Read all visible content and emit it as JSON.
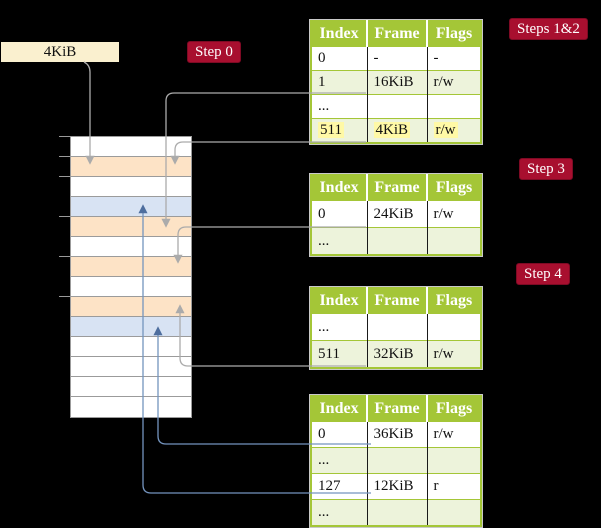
{
  "labels": {
    "frame_box": "4KiB",
    "step0": "Step 0",
    "steps12": "Steps 1&2",
    "step3": "Step 3",
    "step4": "Step 4"
  },
  "tables": [
    {
      "name": "page-table-1",
      "headers": [
        "Index",
        "Frame",
        "Flags"
      ],
      "rows": [
        {
          "cells": [
            "0",
            "-",
            "-"
          ],
          "shaded": false,
          "highlight": false
        },
        {
          "cells": [
            "1",
            "16KiB",
            "r/w"
          ],
          "shaded": true,
          "highlight": false
        },
        {
          "cells": [
            "...",
            "",
            ""
          ],
          "shaded": false,
          "highlight": false
        },
        {
          "cells": [
            "511",
            "4KiB",
            "r/w"
          ],
          "shaded": true,
          "highlight": true
        }
      ]
    },
    {
      "name": "page-table-2",
      "headers": [
        "Index",
        "Frame",
        "Flags"
      ],
      "rows": [
        {
          "cells": [
            "0",
            "24KiB",
            "r/w"
          ],
          "shaded": false,
          "highlight": false
        },
        {
          "cells": [
            "...",
            "",
            ""
          ],
          "shaded": true,
          "highlight": false
        }
      ]
    },
    {
      "name": "page-table-3",
      "headers": [
        "Index",
        "Frame",
        "Flags"
      ],
      "rows": [
        {
          "cells": [
            "...",
            "",
            ""
          ],
          "shaded": false,
          "highlight": false
        },
        {
          "cells": [
            "511",
            "32KiB",
            "r/w"
          ],
          "shaded": true,
          "highlight": false
        }
      ]
    },
    {
      "name": "page-table-4",
      "headers": [
        "Index",
        "Frame",
        "Flags"
      ],
      "rows": [
        {
          "cells": [
            "0",
            "36KiB",
            "r/w"
          ],
          "shaded": false,
          "highlight": false
        },
        {
          "cells": [
            "...",
            "",
            ""
          ],
          "shaded": true,
          "highlight": false
        },
        {
          "cells": [
            "127",
            "12KiB",
            "r"
          ],
          "shaded": false,
          "highlight": false
        },
        {
          "cells": [
            "...",
            "",
            ""
          ],
          "shaded": true,
          "highlight": false
        }
      ]
    }
  ],
  "memory_stack": {
    "cells": [
      "plain",
      "pagetable",
      "plain",
      "data",
      "pagetable",
      "plain",
      "pagetable",
      "plain",
      "pagetable",
      "data",
      "plain",
      "plain",
      "plain",
      "plain"
    ]
  },
  "colors": {
    "background": "#000000",
    "header_green": "#A4C637",
    "row_green": "#EDF3DB",
    "frame_orange": "#FDE3C6",
    "frame_blue": "#D8E3F3",
    "frame_box_wheat": "#FAF0CF",
    "highlight_yellow": "#FFF9A6",
    "label_red": "#A80F2F",
    "connector_gray": "#ABABAB",
    "connector_blue": "#7494BE"
  }
}
